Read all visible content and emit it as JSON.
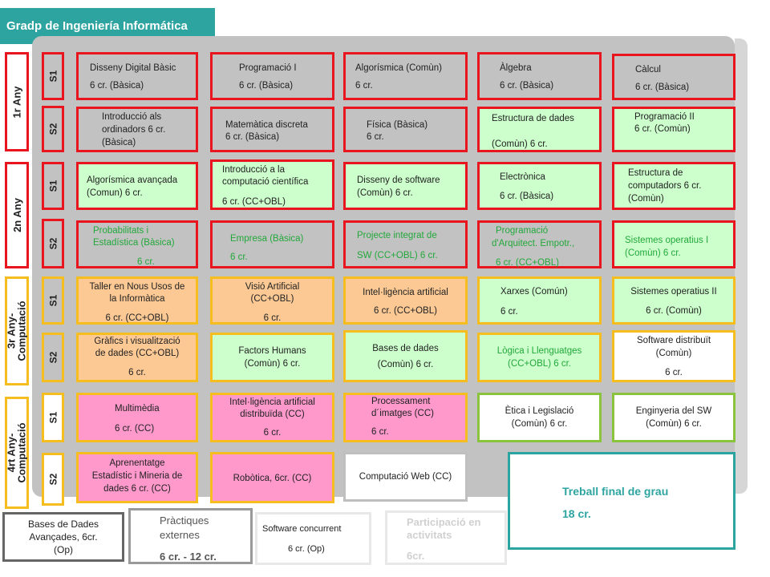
{
  "title": "Gradp de Ingeniería Informática",
  "years": [
    {
      "label": "1r Any"
    },
    {
      "label": "2n Any"
    },
    {
      "label": "3r Any- Computació"
    },
    {
      "label": "4rt Any- Computació"
    }
  ],
  "semesters": [
    "S1",
    "S2",
    "S1",
    "S2",
    "S1",
    "S2",
    "S1",
    "S2"
  ],
  "courses": {
    "r1": [
      {
        "l1": "Disseny Digital Bàsic",
        "l2": "6 cr. (Bàsica)"
      },
      {
        "l1": "Programació I",
        "l2": "6 cr. (Bàsica)"
      },
      {
        "l1": "Algorísmica (Comùn)",
        "l2": "6 cr."
      },
      {
        "l1": "Àlgebra",
        "l2": "6 cr. (Bàsica)"
      },
      {
        "l1": "Càlcul",
        "l2": "6 cr. (Bàsica)"
      }
    ],
    "r2": [
      {
        "l1": "Introducció als",
        "l2": "ordinadors 6 cr.",
        "l3": "(Bàsica)"
      },
      {
        "l1": "Matemàtica discreta",
        "l2": "6 cr. (Bàsica)"
      },
      {
        "l1": "Física (Bàsica)",
        "l2": "6 cr."
      },
      {
        "l1": "Estructura de dades",
        "l2": "(Comùn) 6 cr."
      },
      {
        "l1": "Programació II",
        "l2": "6 cr. (Comùn)"
      }
    ],
    "r3": [
      {
        "l1": "Algorísmica avançada",
        "l2": "(Comun) 6 cr."
      },
      {
        "l1": "Introducció a la",
        "l2": "computació científica",
        "l3": "6 cr. (CC+OBL)"
      },
      {
        "l1": "Disseny de software",
        "l2": "(Comùn)  6 cr."
      },
      {
        "l1": "Electrònica",
        "l2": "6 cr. (Bàsica)"
      },
      {
        "l1": "Estructura de",
        "l2": "computadors  6 cr.",
        "l3": "(Comùn)"
      }
    ],
    "r4": [
      {
        "l1": "Probabilitats i",
        "l2": "Estadística (Bàsica)",
        "l3": "6 cr."
      },
      {
        "l1": "Empresa (Bàsica)",
        "l2": "6 cr."
      },
      {
        "l1": "Projecte integrat de",
        "l2": "SW (CC+OBL)  6 cr."
      },
      {
        "l1": "Programació",
        "l2": "d'Arquitect. Empotr.,",
        "l3": "6 cr. (CC+OBL)"
      },
      {
        "l1": "Sistemes operatius I",
        "l2": "(Comùn) 6 cr."
      }
    ],
    "r5": [
      {
        "l1": "Taller en Nous Usos de",
        "l2": "la Informàtica",
        "l3": "6 cr. (CC+OBL)"
      },
      {
        "l1": "Visió Artificial",
        "l2": "(CC+OBL)",
        "l3": "6 cr."
      },
      {
        "l1": "Intel·ligència artificial",
        "l2": "6 cr. (CC+OBL)"
      },
      {
        "l1": "Xarxes (Común)",
        "l2": "6 cr."
      },
      {
        "l1": "Sistemes operatius II",
        "l2": "6 cr. (Comùn)"
      }
    ],
    "r6": [
      {
        "l1": "Gràfics i visualització",
        "l2": "de dades (CC+OBL)",
        "l3": "6 cr."
      },
      {
        "l1": "Factors Humans",
        "l2": "(Comùn) 6 cr."
      },
      {
        "l1": "Bases de dades",
        "l2": "(Comùn)  6 cr."
      },
      {
        "l1": "Lògica i Llenguatges",
        "l2": "(CC+OBL)  6 cr."
      },
      {
        "l1": "Software distribuït",
        "l2": "(Comùn)",
        "l3": "6 cr."
      }
    ],
    "r7": [
      {
        "l1": "Multimèdia",
        "l2": "6 cr. (CC)"
      },
      {
        "l1": "Intel·ligència artificial",
        "l2": "distribuïda (CC)",
        "l3": "6 cr."
      },
      {
        "l1": "Processament",
        "l2": "d´imatges (CC)",
        "l3": "6 cr."
      },
      {
        "l1": "Ètica i Legislació",
        "l2": "(Comùn) 6 cr."
      },
      {
        "l1": "Enginyeria del SW",
        "l2": "(Comùn) 6 cr."
      }
    ],
    "r8": [
      {
        "l1": "Aprenentatge",
        "l2": "Estadístic i Mineria de",
        "l3": "dades 6 cr. (CC)"
      },
      {
        "l1": "Robòtica, 6cr. (CC)"
      },
      {
        "l1": "Computació Web (CC)"
      }
    ]
  },
  "tfg": {
    "l1": "Treball final de grau",
    "l2": "18 cr."
  },
  "bottom": [
    {
      "l1": "Bases de Dades",
      "l2": "Avançades, 6cr.",
      "l3": "(Op)"
    },
    {
      "l1": "Pràctiques",
      "l2": "externes",
      "l3": "6 cr. - 12 cr."
    },
    {
      "l1": "Software concurrent",
      "l2": "6 cr. (Op)"
    },
    {
      "l1": "Participació en",
      "l2": "activitats",
      "l3": "6cr."
    }
  ],
  "colors": {
    "accent_teal": "#2ea4a0",
    "border_red": "#e8141e",
    "border_yellow": "#f5bd1e",
    "border_green": "#8ac43f",
    "fill_gray": "#c2c2c2",
    "fill_green": "#ccffcc",
    "fill_orange": "#fcc995",
    "fill_pink": "#ff99cc",
    "text_green": "#22a83a"
  }
}
